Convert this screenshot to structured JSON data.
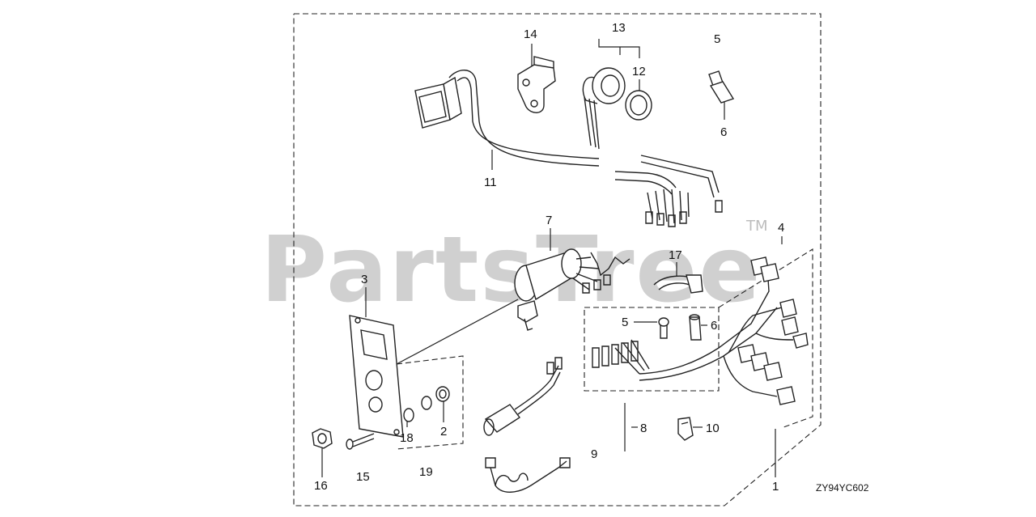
{
  "watermark": {
    "text": "PartsTree",
    "trademark": "TM"
  },
  "diagram_code": "ZY94YC602",
  "callouts": [
    {
      "id": "c1",
      "label": "1"
    },
    {
      "id": "c2",
      "label": "2"
    },
    {
      "id": "c3",
      "label": "3"
    },
    {
      "id": "c4",
      "label": "4"
    },
    {
      "id": "c5a",
      "label": "5"
    },
    {
      "id": "c5b",
      "label": "5"
    },
    {
      "id": "c6a",
      "label": "6"
    },
    {
      "id": "c6b",
      "label": "6"
    },
    {
      "id": "c7",
      "label": "7"
    },
    {
      "id": "c8",
      "label": "8"
    },
    {
      "id": "c9",
      "label": "9"
    },
    {
      "id": "c10",
      "label": "10"
    },
    {
      "id": "c11",
      "label": "11"
    },
    {
      "id": "c12",
      "label": "12"
    },
    {
      "id": "c13",
      "label": "13"
    },
    {
      "id": "c14",
      "label": "14"
    },
    {
      "id": "c15",
      "label": "15"
    },
    {
      "id": "c16",
      "label": "16"
    },
    {
      "id": "c17",
      "label": "17"
    },
    {
      "id": "c18",
      "label": "18"
    },
    {
      "id": "c19",
      "label": "19"
    }
  ]
}
